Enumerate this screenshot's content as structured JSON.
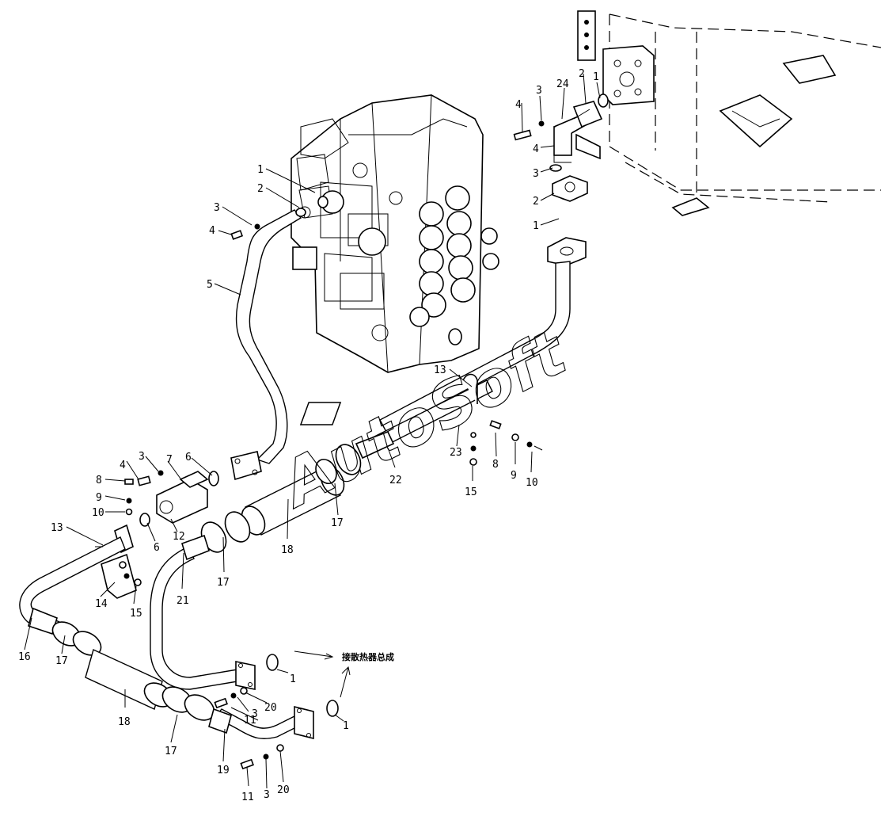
{
  "watermark": "AutoSoft",
  "note": "接散热器总成",
  "callouts": {
    "c1_top": "1",
    "c2_top": "2",
    "c3_top": "3",
    "c4_top": "4",
    "c5": "5",
    "c1_r": "1",
    "c2_r": "2",
    "c24": "24",
    "c4_r": "4",
    "c3_r": "3",
    "c4_ra": "4",
    "c3_ra": "3",
    "c2_rb": "2",
    "c1_rb": "1",
    "c6_a": "6",
    "c7": "7",
    "c3_m": "3",
    "c4_m": "4",
    "c8_l": "8",
    "c9_l": "9",
    "c10_l": "10",
    "c6_b": "6",
    "c12": "12",
    "c13_l": "13",
    "c14": "14",
    "c15_l": "15",
    "c16": "16",
    "c17_a": "17",
    "c18_a": "18",
    "c17_b": "17",
    "c21": "21",
    "c13_r": "13",
    "c23": "23",
    "c8_r": "8",
    "c9_r": "9",
    "c10_r": "10",
    "c15_r": "15",
    "c22": "22",
    "c17_c": "17",
    "c18_b": "18",
    "c1_bl": "1",
    "c20_a": "20",
    "c3_bl": "3",
    "c11_a": "11",
    "c17_d": "17",
    "c19": "19",
    "c11_b": "11",
    "c3_b": "3",
    "c20_b": "20",
    "c1_br": "1"
  }
}
